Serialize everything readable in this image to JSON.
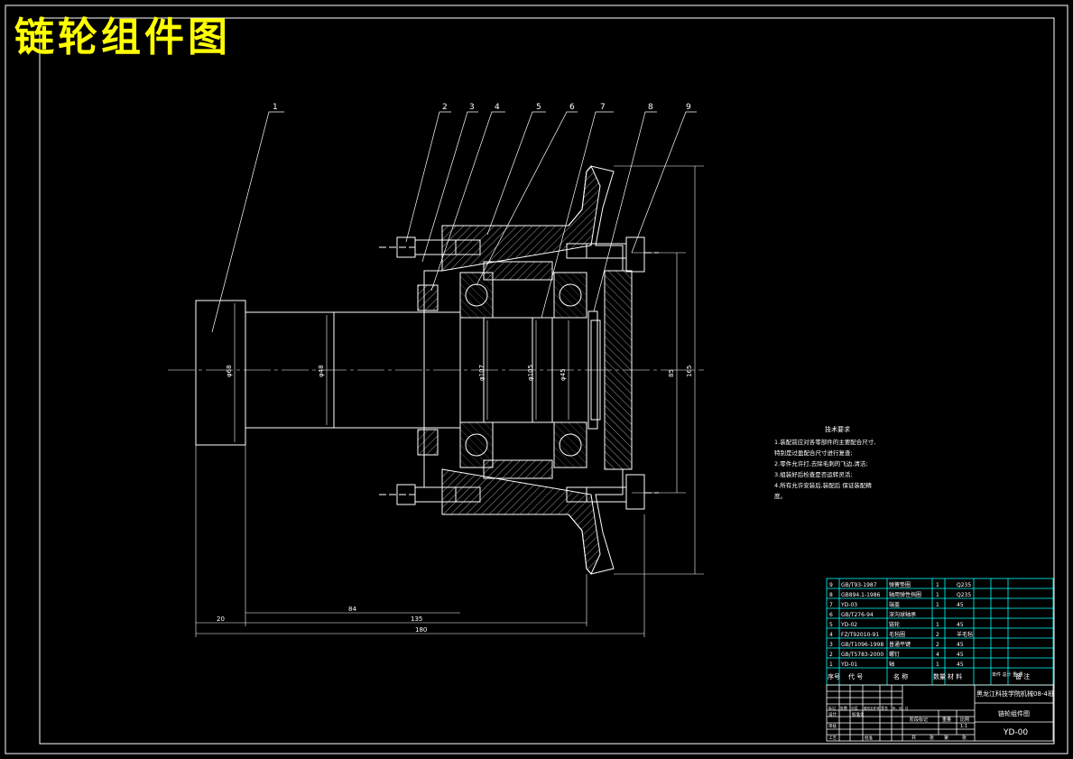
{
  "title": "链轮组件图",
  "part_callouts": [
    "1",
    "2",
    "3",
    "4",
    "5",
    "6",
    "7",
    "8",
    "9"
  ],
  "dimensions": {
    "d68": "φ68",
    "d48": "φ48",
    "d107": "φ107",
    "d105": "φ105",
    "d45": "φ45",
    "v85": "85",
    "v165": "165",
    "h20": "20",
    "h84": "84",
    "h135": "135",
    "h180": "180"
  },
  "technical_requirements": {
    "heading": "技术要求",
    "lines": [
      "1.装配前应对各零部件的主要配合尺寸,",
      "  特别是过盈配合尺寸进行复查;",
      "2.零件允许打,去除毛刺的飞边,清洁;",
      "3.组装好后检查是否运转灵活;",
      "4.所有允许安装后,装配后 保证装配精",
      "  度。"
    ]
  },
  "parts_table": {
    "rows": [
      {
        "no": "9",
        "code": "GB/T93-1987",
        "name": "弹簧垫圈",
        "qty": "1",
        "material": "Q235"
      },
      {
        "no": "8",
        "code": "GB894.1-1986",
        "name": "轴用弹性挡圈",
        "qty": "1",
        "material": "Q235"
      },
      {
        "no": "7",
        "code": "YD-03",
        "name": "端盖",
        "qty": "1",
        "material": "45"
      },
      {
        "no": "6",
        "code": "GB/T276-94",
        "name": "深沟球轴承",
        "qty": "",
        "material": ""
      },
      {
        "no": "5",
        "code": "YD-02",
        "name": "链轮",
        "qty": "1",
        "material": "45"
      },
      {
        "no": "4",
        "code": "FZ/T92010-91",
        "name": "毛毡圈",
        "qty": "2",
        "material": "羊毛毡"
      },
      {
        "no": "3",
        "code": "GB/T1096-1998",
        "name": "普通平键",
        "qty": "2",
        "material": "45"
      },
      {
        "no": "2",
        "code": "GB/T5783-2000",
        "name": "螺钉",
        "qty": "4",
        "material": "45"
      },
      {
        "no": "1",
        "code": "YD-01",
        "name": "轴",
        "qty": "1",
        "material": "45"
      }
    ],
    "header": [
      "序号",
      "代    号",
      "名    称",
      "数量",
      "材    料",
      "单件 总计\n重    量",
      "备  注"
    ]
  },
  "title_block": {
    "school": "黑龙江科技学院机械08-4班",
    "drawing_name": "链轮组件图",
    "drawing_no": "YD-00",
    "stage_labels": [
      "阶段标记",
      "重量",
      "比例"
    ],
    "scale": "1:1",
    "sheet_labels": [
      "共",
      "张",
      "第",
      "张"
    ],
    "roles": [
      "设计",
      "审核",
      "工艺",
      "批准"
    ],
    "revision_header": [
      "标记",
      "处数",
      "分区",
      "更改文件号",
      "签名",
      "年、月、日"
    ],
    "std_label": "标准化"
  },
  "colors": {
    "background": "#000000",
    "line": "#ffffff",
    "title": "#ffff00",
    "table": "#00ffff"
  }
}
